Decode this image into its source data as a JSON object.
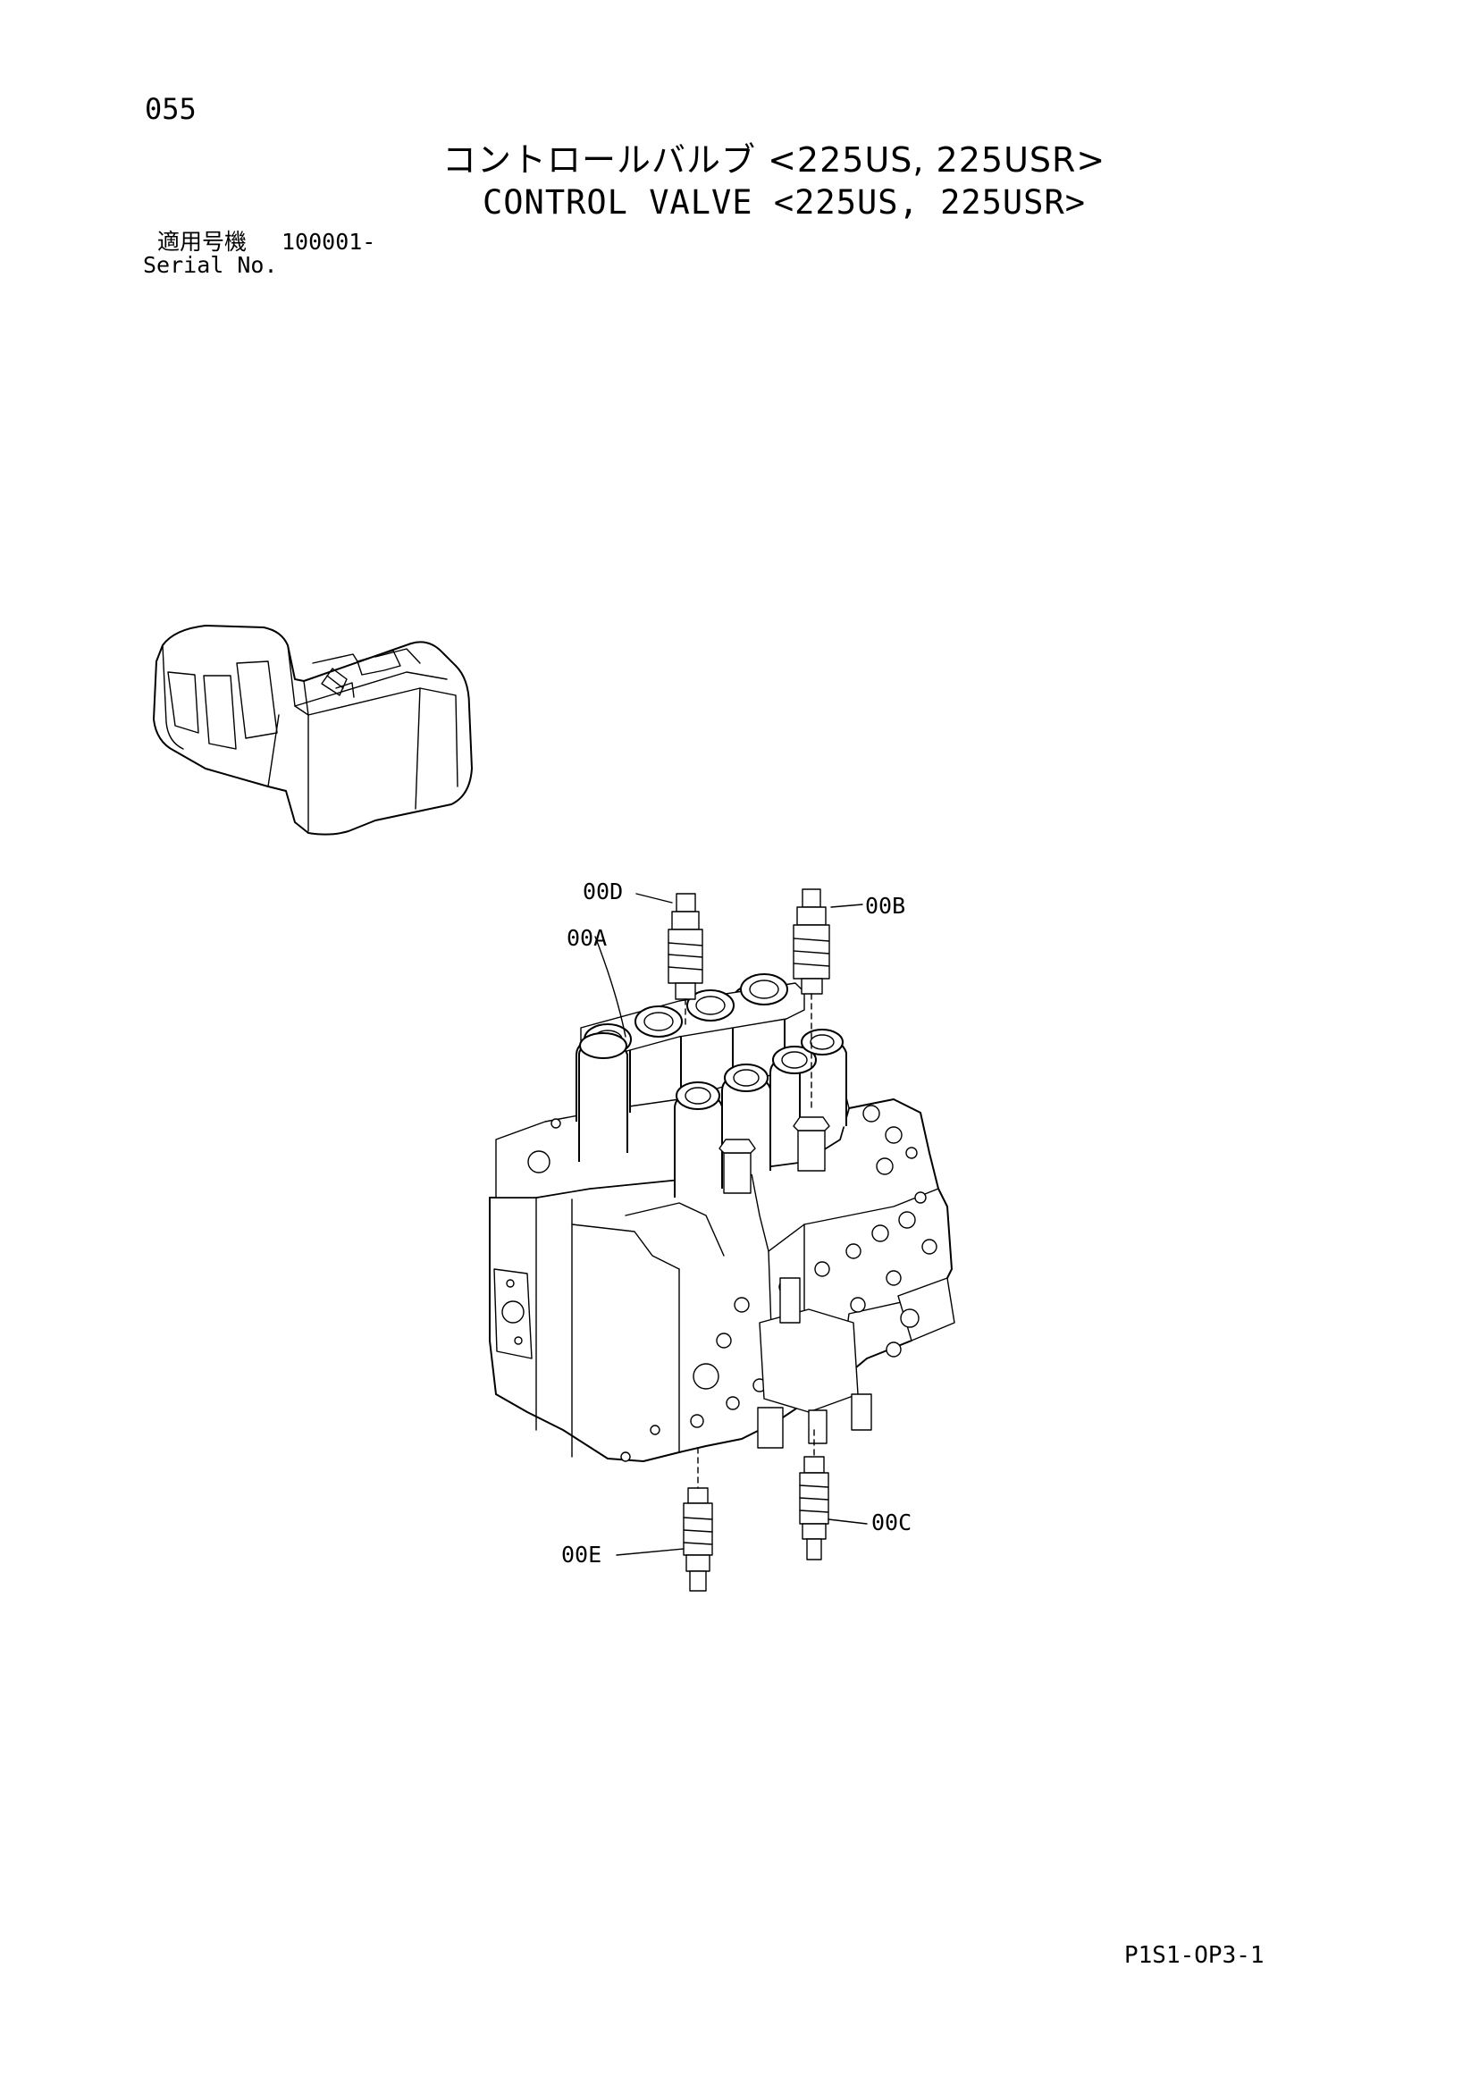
{
  "page": {
    "number": "055",
    "title_jp": "コントロールバルブ <225US, 225USR>",
    "title_en": "CONTROL VALVE <225US, 225USR>",
    "serial_label_jp": "適用号機",
    "serial_value": "100001-",
    "serial_label_en": "Serial No.",
    "page_code": "P1S1-OP3-1"
  },
  "callouts": {
    "a": "00A",
    "b": "00B",
    "c": "00C",
    "d": "00D",
    "e": "00E"
  }
}
